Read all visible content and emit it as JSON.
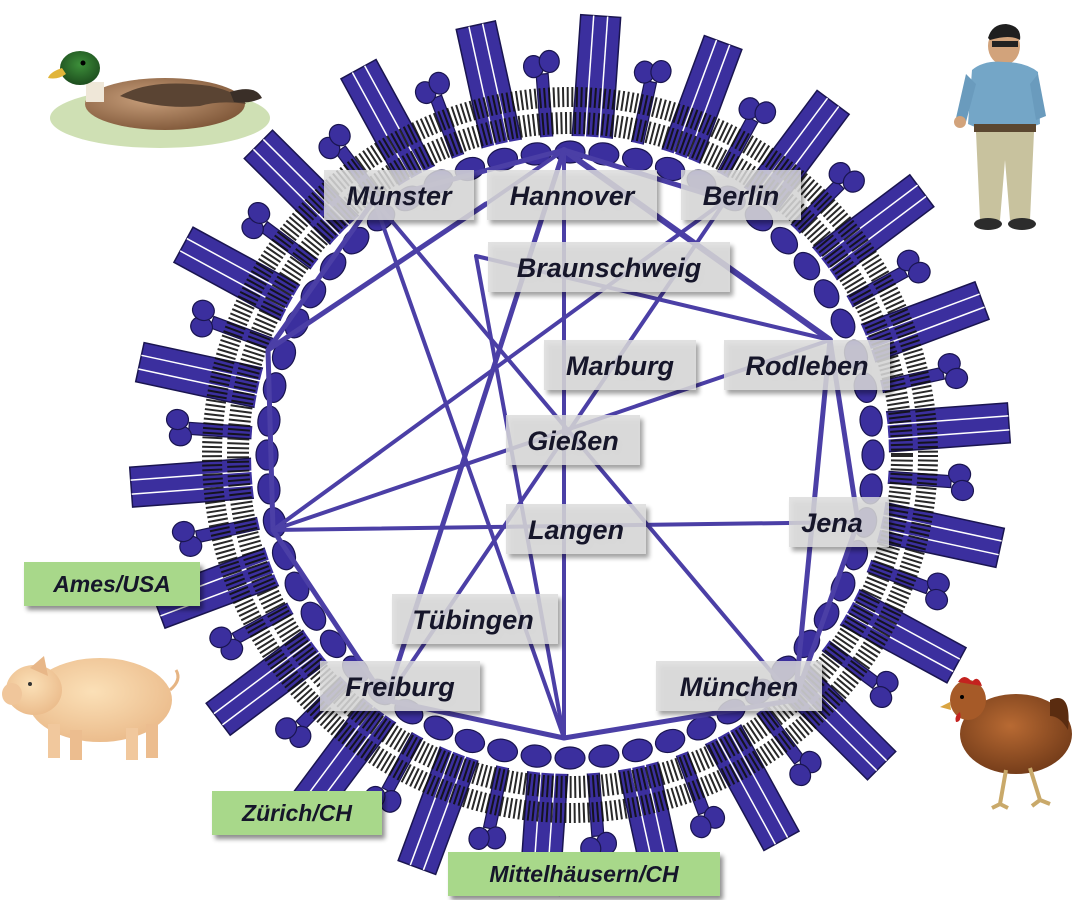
{
  "diagram": {
    "colors": {
      "network_line": "#4b3fa6",
      "virus_spike": "#3b2f9e",
      "virus_outline": "#1a1550",
      "membrane": "#111111",
      "label_box": "#dcdcdc",
      "external_box": "#a8d88a"
    },
    "network_nodes": [
      {
        "id": "muenster",
        "label": "Münster"
      },
      {
        "id": "hannover",
        "label": "Hannover"
      },
      {
        "id": "berlin",
        "label": "Berlin"
      },
      {
        "id": "braunschweig",
        "label": "Braunschweig"
      },
      {
        "id": "marburg",
        "label": "Marburg"
      },
      {
        "id": "rodleben",
        "label": "Rodleben"
      },
      {
        "id": "giessen",
        "label": "Gießen"
      },
      {
        "id": "langen",
        "label": "Langen"
      },
      {
        "id": "jena",
        "label": "Jena"
      },
      {
        "id": "tuebingen",
        "label": "Tübingen"
      },
      {
        "id": "freiburg",
        "label": "Freiburg"
      },
      {
        "id": "muenchen",
        "label": "München"
      }
    ],
    "external_partners": [
      {
        "id": "ames",
        "label": "Ames/USA"
      },
      {
        "id": "zuerich",
        "label": "Zürich/CH"
      },
      {
        "id": "mittelhaeusern",
        "label": "Mittelhäusern/CH"
      }
    ],
    "host_images": [
      {
        "id": "duck",
        "icon": "duck-icon"
      },
      {
        "id": "man",
        "icon": "man-icon"
      },
      {
        "id": "pig",
        "icon": "pig-icon"
      },
      {
        "id": "chicken",
        "icon": "chicken-icon"
      }
    ]
  }
}
